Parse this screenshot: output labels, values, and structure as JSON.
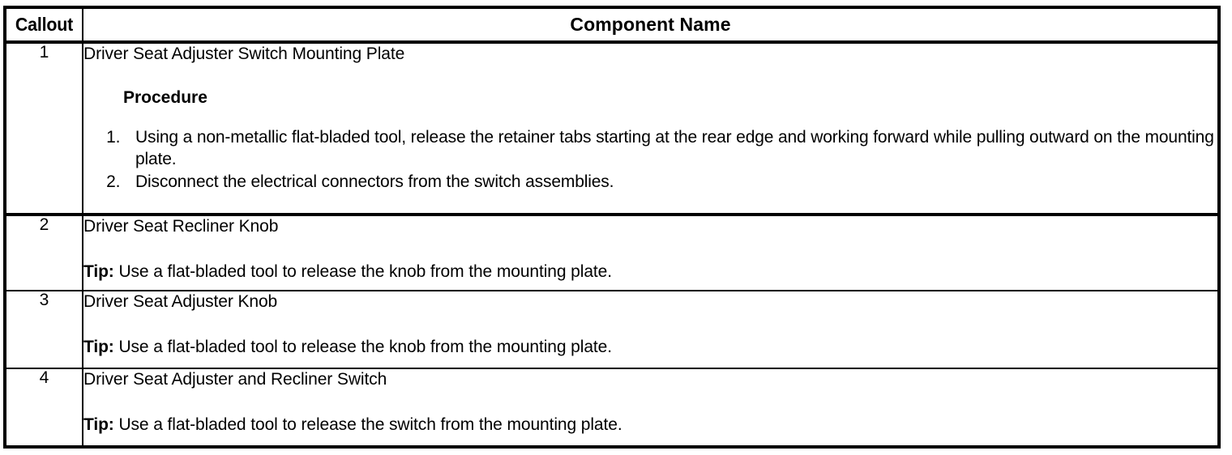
{
  "table": {
    "columns": {
      "callout_header": "Callout",
      "name_header": "Component Name"
    },
    "rows": [
      {
        "callout": "1",
        "title": "Driver Seat Adjuster Switch Mounting Plate",
        "procedure_heading": "Procedure",
        "steps": [
          "Using a non-metallic flat-bladed tool, release the retainer tabs starting at the rear edge and working forward while pulling outward on the mounting plate.",
          "Disconnect the electrical connectors from the switch assemblies."
        ]
      },
      {
        "callout": "2",
        "title": "Driver Seat Recliner Knob",
        "tip_label": "Tip:",
        "tip_text": " Use a flat-bladed tool to release the knob from the mounting plate."
      },
      {
        "callout": "3",
        "title": "Driver Seat Adjuster Knob",
        "tip_label": "Tip:",
        "tip_text": " Use a flat-bladed tool to release the knob from the mounting plate."
      },
      {
        "callout": "4",
        "title": "Driver Seat Adjuster and Recliner Switch",
        "tip_label": "Tip:",
        "tip_text": " Use a flat-bladed tool to release the switch from the mounting plate."
      }
    ]
  },
  "colors": {
    "border": "#000000",
    "text": "#000000",
    "background": "#ffffff"
  }
}
